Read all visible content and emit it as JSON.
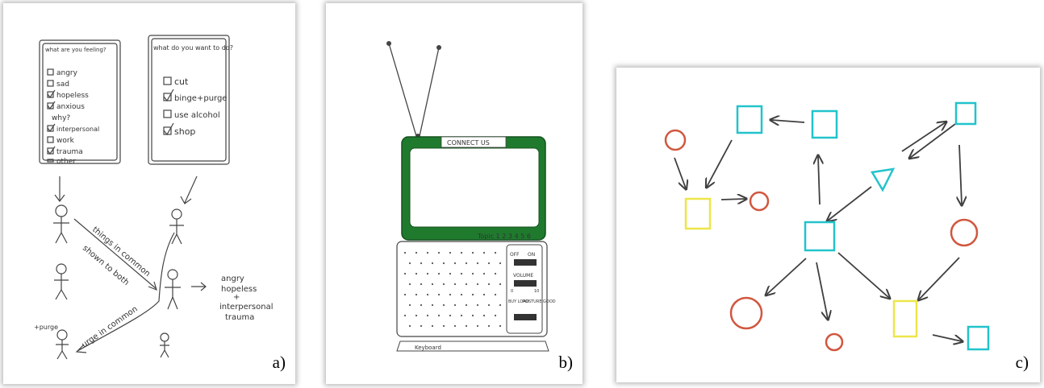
{
  "panels": [
    {
      "label": "a)"
    },
    {
      "label": "b)"
    },
    {
      "label": "c)"
    }
  ],
  "sketch_a": {
    "card_left": {
      "title": "what are you feeling?",
      "feelings": [
        "angry",
        "sad",
        "hopeless",
        "anxious"
      ],
      "why_title": "why?",
      "reasons": [
        "interpersonal",
        "work",
        "trauma",
        "other"
      ]
    },
    "card_right": {
      "title": "what do you want to do?",
      "actions": [
        "cut",
        "binge+purge",
        "use alcohol",
        "shop"
      ]
    },
    "label_things_in_common": "things in common",
    "label_shown_to_both": "shown to both",
    "label_urge_in_common": "urge in common",
    "label_purge": "+purge",
    "result_text": [
      "angry",
      "hopeless",
      "+",
      "interpersonal",
      "trauma"
    ]
  },
  "sketch_b": {
    "banner_text": "CONNECT US",
    "topic_text": "Topic 1 2 3 4 5 6",
    "switch_off": "OFF",
    "switch_on": "ON",
    "volume_label": "VOLUME",
    "volume_min": "0",
    "volume_max": "10",
    "bottom_left_label": "BUY LOAD",
    "bottom_right_label": "POSTURE GOOD",
    "keyboard_label": "Keyboard"
  },
  "colors": {
    "tv_green": "#1f7a2e",
    "node_cyan": "#22c3cc",
    "node_yellow": "#ece64a",
    "node_red": "#d0573f",
    "arrow_gray": "#3f3f3f",
    "pencil": "#444444"
  }
}
